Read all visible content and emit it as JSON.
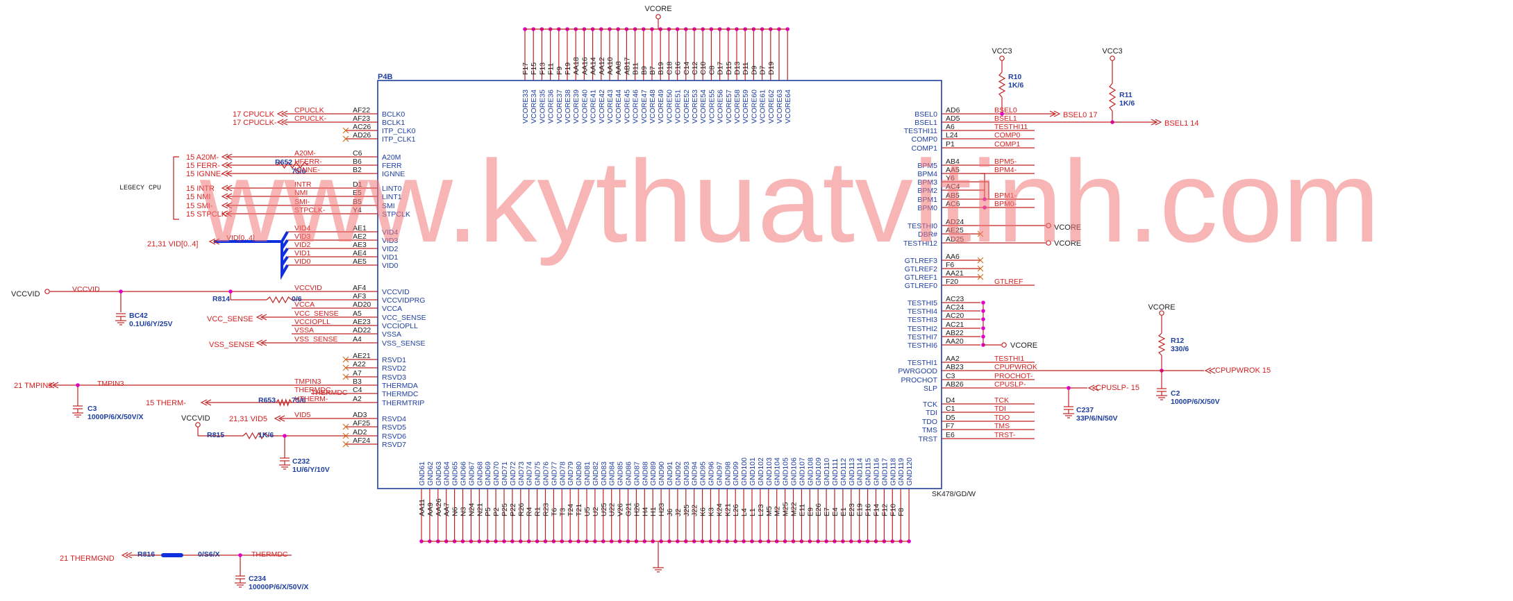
{
  "chip": {
    "ref": "P4B",
    "part": "SK478/GD/W",
    "left_pins": [
      {
        "pin": "BCLK0",
        "ball": "AF22",
        "net": "CPUCLK",
        "label": "17  CPUCLK"
      },
      {
        "pin": "BCLK1",
        "ball": "AF23",
        "net": "CPUCLK-",
        "label": "17  CPUCLK-"
      },
      {
        "pin": "ITP_CLK0",
        "ball": "AC26",
        "net": "",
        "label": ""
      },
      {
        "pin": "ITP_CLK1",
        "ball": "AD26",
        "net": "",
        "label": ""
      },
      {
        "pin": "A20M",
        "ball": "C6",
        "net": "A20M-",
        "label": "15  A20M-"
      },
      {
        "pin": "FERR",
        "ball": "B6",
        "net": "HFERR-",
        "label": "15  FERR-"
      },
      {
        "pin": "IGNNE",
        "ball": "B2",
        "net": "IGNNE-",
        "label": "15  IGNNE-"
      },
      {
        "pin": "LINT0",
        "ball": "D1",
        "net": "INTR",
        "label": "15  INTR"
      },
      {
        "pin": "LINT1",
        "ball": "E5",
        "net": "NMI",
        "label": "15  NMI"
      },
      {
        "pin": "SMI",
        "ball": "B5",
        "net": "SMI-",
        "label": "15  SMI-"
      },
      {
        "pin": "STPCLK",
        "ball": "Y4",
        "net": "STPCLK-",
        "label": "15  STPCLK-"
      },
      {
        "pin": "VID4",
        "ball": "AE1",
        "net": "VID4",
        "label": ""
      },
      {
        "pin": "VID3",
        "ball": "AE2",
        "net": "VID3",
        "label": ""
      },
      {
        "pin": "VID2",
        "ball": "AE3",
        "net": "VID2",
        "label": ""
      },
      {
        "pin": "VID1",
        "ball": "AE4",
        "net": "VID1",
        "label": ""
      },
      {
        "pin": "VID0",
        "ball": "AE5",
        "net": "VID0",
        "label": ""
      },
      {
        "pin": "VCCVID",
        "ball": "AF4",
        "net": "VCCVID",
        "label": "VCCVID"
      },
      {
        "pin": "VCCVIDPRG",
        "ball": "AF3",
        "net": "",
        "label": ""
      },
      {
        "pin": "VCCA",
        "ball": "AD20",
        "net": "VCCA",
        "label": ""
      },
      {
        "pin": "VCC_SENSE",
        "ball": "A5",
        "net": "VCC_SENSE",
        "label": "VCC_SENSE"
      },
      {
        "pin": "VCCIOPLL",
        "ball": "AE23",
        "net": "VCCIOPLL",
        "label": ""
      },
      {
        "pin": "VSSA",
        "ball": "AD22",
        "net": "VSSA",
        "label": ""
      },
      {
        "pin": "VSS_SENSE",
        "ball": "A4",
        "net": "VSS_SENSE",
        "label": "VSS_SENSE"
      },
      {
        "pin": "RSVD1",
        "ball": "AE21",
        "net": "",
        "label": ""
      },
      {
        "pin": "RSVD2",
        "ball": "A22",
        "net": "",
        "label": ""
      },
      {
        "pin": "RSVD3",
        "ball": "A7",
        "net": "",
        "label": ""
      },
      {
        "pin": "THERMDA",
        "ball": "B3",
        "net": "TMPIN3",
        "label": "21  TMPIN3"
      },
      {
        "pin": "THERMDC",
        "ball": "C4",
        "net": "THERMDC",
        "label": ""
      },
      {
        "pin": "THERMTRIP",
        "ball": "A2",
        "net": "HTHERM-",
        "label": "15  THERM-"
      },
      {
        "pin": "RSVD4",
        "ball": "AD3",
        "net": "VID5",
        "label": "21,31  VID5"
      },
      {
        "pin": "RSVD5",
        "ball": "AF25",
        "net": "",
        "label": ""
      },
      {
        "pin": "RSVD6",
        "ball": "AD2",
        "net": "",
        "label": ""
      },
      {
        "pin": "RSVD7",
        "ball": "AF24",
        "net": "",
        "label": ""
      }
    ],
    "right_pins": [
      {
        "pin": "BSEL0",
        "ball": "AD6",
        "net": "BSEL0"
      },
      {
        "pin": "BSEL1",
        "ball": "AD5",
        "net": "BSEL1"
      },
      {
        "pin": "TESTHI11",
        "ball": "A6",
        "net": "TESTHI11"
      },
      {
        "pin": "COMP0",
        "ball": "L24",
        "net": "COMP0"
      },
      {
        "pin": "COMP1",
        "ball": "P1",
        "net": "COMP1"
      },
      {
        "pin": "BPM5",
        "ball": "AB4",
        "net": "BPM5-"
      },
      {
        "pin": "BPM4",
        "ball": "AA5",
        "net": "BPM4-"
      },
      {
        "pin": "BPM3",
        "ball": "Y6",
        "net": ""
      },
      {
        "pin": "BPM2",
        "ball": "AC4",
        "net": ""
      },
      {
        "pin": "BPM1",
        "ball": "AB5",
        "net": "BPM1-"
      },
      {
        "pin": "BPM0",
        "ball": "AC6",
        "net": "BPM0-"
      },
      {
        "pin": "TESTHI0",
        "ball": "AD24",
        "net": "VCORE"
      },
      {
        "pin": "DBR#",
        "ball": "AE25",
        "net": ""
      },
      {
        "pin": "TESTHI12",
        "ball": "AD25",
        "net": "VCORE"
      },
      {
        "pin": "GTLREF3",
        "ball": "AA6",
        "net": ""
      },
      {
        "pin": "GTLREF2",
        "ball": "F6",
        "net": ""
      },
      {
        "pin": "GTLREF1",
        "ball": "AA21",
        "net": ""
      },
      {
        "pin": "GTLREF0",
        "ball": "F20",
        "net": "GTLREF"
      },
      {
        "pin": "TESTHI5",
        "ball": "AC23",
        "net": ""
      },
      {
        "pin": "TESTHI4",
        "ball": "AC24",
        "net": ""
      },
      {
        "pin": "TESTHI3",
        "ball": "AC20",
        "net": ""
      },
      {
        "pin": "TESTHI2",
        "ball": "AC21",
        "net": ""
      },
      {
        "pin": "TESTHI7",
        "ball": "AB22",
        "net": ""
      },
      {
        "pin": "TESTHI6",
        "ball": "AA20",
        "net": "VCORE"
      },
      {
        "pin": "TESTHI1",
        "ball": "AA2",
        "net": "TESTHI1"
      },
      {
        "pin": "PWRGOOD",
        "ball": "AB23",
        "net": "CPUPWROK"
      },
      {
        "pin": "PROCHOT",
        "ball": "C3",
        "net": "PROCHOT-"
      },
      {
        "pin": "SLP",
        "ball": "AB26",
        "net": "CPUSLP-"
      },
      {
        "pin": "TCK",
        "ball": "D4",
        "net": "TCK"
      },
      {
        "pin": "TDI",
        "ball": "C1",
        "net": "TDI"
      },
      {
        "pin": "TDO",
        "ball": "D5",
        "net": "TDO"
      },
      {
        "pin": "TMS",
        "ball": "F7",
        "net": "TMS"
      },
      {
        "pin": "TRST",
        "ball": "E6",
        "net": "TRST-"
      }
    ],
    "top_pins": [
      {
        "pin": "VCORE33",
        "ball": "F17"
      },
      {
        "pin": "VCORE34",
        "ball": "F15"
      },
      {
        "pin": "VCORE35",
        "ball": "F13"
      },
      {
        "pin": "VCORE36",
        "ball": "F11"
      },
      {
        "pin": "VCORE37",
        "ball": "F9"
      },
      {
        "pin": "VCORE38",
        "ball": "F19"
      },
      {
        "pin": "VCORE39",
        "ball": "AA18"
      },
      {
        "pin": "VCORE40",
        "ball": "AA16"
      },
      {
        "pin": "VCORE41",
        "ball": "AA14"
      },
      {
        "pin": "VCORE42",
        "ball": "AA12"
      },
      {
        "pin": "VCORE43",
        "ball": "AA10"
      },
      {
        "pin": "VCORE44",
        "ball": "AA8"
      },
      {
        "pin": "VCORE45",
        "ball": "AB17"
      },
      {
        "pin": "VCORE46",
        "ball": "B11"
      },
      {
        "pin": "VCORE47",
        "ball": "B9"
      },
      {
        "pin": "VCORE48",
        "ball": "B7"
      },
      {
        "pin": "VCORE49",
        "ball": "B19"
      },
      {
        "pin": "VCORE50",
        "ball": "C18"
      },
      {
        "pin": "VCORE51",
        "ball": "C16"
      },
      {
        "pin": "VCORE52",
        "ball": "C14"
      },
      {
        "pin": "VCORE53",
        "ball": "C12"
      },
      {
        "pin": "VCORE54",
        "ball": "C10"
      },
      {
        "pin": "VCORE55",
        "ball": "C8"
      },
      {
        "pin": "VCORE56",
        "ball": "D17"
      },
      {
        "pin": "VCORE57",
        "ball": "D15"
      },
      {
        "pin": "VCORE58",
        "ball": "D13"
      },
      {
        "pin": "VCORE59",
        "ball": "D11"
      },
      {
        "pin": "VCORE60",
        "ball": "D9"
      },
      {
        "pin": "VCORE61",
        "ball": "D7"
      },
      {
        "pin": "VCORE62",
        "ball": "D19"
      },
      {
        "pin": "VCORE63",
        "ball": ""
      },
      {
        "pin": "VCORE64",
        "ball": ""
      }
    ],
    "bottom_pins": [
      {
        "pin": "GND61",
        "ball": "AA11"
      },
      {
        "pin": "GND62",
        "ball": "AA9"
      },
      {
        "pin": "GND63",
        "ball": "AA26"
      },
      {
        "pin": "GND64",
        "ball": "AA7"
      },
      {
        "pin": "GND65",
        "ball": "N6"
      },
      {
        "pin": "GND66",
        "ball": "N3"
      },
      {
        "pin": "GND67",
        "ball": "N24"
      },
      {
        "pin": "GND68",
        "ball": "N21"
      },
      {
        "pin": "GND69",
        "ball": "P5"
      },
      {
        "pin": "GND70",
        "ball": "P2"
      },
      {
        "pin": "GND71",
        "ball": "P25"
      },
      {
        "pin": "GND72",
        "ball": "P22"
      },
      {
        "pin": "GND73",
        "ball": "R26"
      },
      {
        "pin": "GND74",
        "ball": "R4"
      },
      {
        "pin": "GND75",
        "ball": "R1"
      },
      {
        "pin": "GND76",
        "ball": "R23"
      },
      {
        "pin": "GND77",
        "ball": "T6"
      },
      {
        "pin": "GND78",
        "ball": "T3"
      },
      {
        "pin": "GND79",
        "ball": "T24"
      },
      {
        "pin": "GND80",
        "ball": "T21"
      },
      {
        "pin": "GND81",
        "ball": "U5"
      },
      {
        "pin": "GND82",
        "ball": "U2"
      },
      {
        "pin": "GND83",
        "ball": "U25"
      },
      {
        "pin": "GND84",
        "ball": "U22"
      },
      {
        "pin": "GND85",
        "ball": "V26"
      },
      {
        "pin": "GND86",
        "ball": "G21"
      },
      {
        "pin": "GND87",
        "ball": "H26"
      },
      {
        "pin": "GND88",
        "ball": "H4"
      },
      {
        "pin": "GND89",
        "ball": "H1"
      },
      {
        "pin": "GND90",
        "ball": "H23"
      },
      {
        "pin": "GND91",
        "ball": "J6"
      },
      {
        "pin": "GND92",
        "ball": "J2"
      },
      {
        "pin": "GND93",
        "ball": "J25"
      },
      {
        "pin": "GND94",
        "ball": "J22"
      },
      {
        "pin": "GND95",
        "ball": "K6"
      },
      {
        "pin": "GND96",
        "ball": "K3"
      },
      {
        "pin": "GND97",
        "ball": "K24"
      },
      {
        "pin": "GND98",
        "ball": "K21"
      },
      {
        "pin": "GND99",
        "ball": "L26"
      },
      {
        "pin": "GND100",
        "ball": "L4"
      },
      {
        "pin": "GND101",
        "ball": "L1"
      },
      {
        "pin": "GND102",
        "ball": "L23"
      },
      {
        "pin": "GND103",
        "ball": "M5"
      },
      {
        "pin": "GND104",
        "ball": "M2"
      },
      {
        "pin": "GND105",
        "ball": "M25"
      },
      {
        "pin": "GND106",
        "ball": "M22"
      },
      {
        "pin": "GND107",
        "ball": "E11"
      },
      {
        "pin": "GND108",
        "ball": "E9"
      },
      {
        "pin": "GND109",
        "ball": "E26"
      },
      {
        "pin": "GND110",
        "ball": "E7"
      },
      {
        "pin": "GND111",
        "ball": "E4"
      },
      {
        "pin": "GND112",
        "ball": "E1"
      },
      {
        "pin": "GND113",
        "ball": "E23"
      },
      {
        "pin": "GND114",
        "ball": "E19"
      },
      {
        "pin": "GND115",
        "ball": "F16"
      },
      {
        "pin": "GND116",
        "ball": "F14"
      },
      {
        "pin": "GND117",
        "ball": "F12"
      },
      {
        "pin": "GND118",
        "ball": "F10"
      },
      {
        "pin": "GND119",
        "ball": "F8"
      },
      {
        "pin": "GND120",
        "ball": ""
      }
    ]
  },
  "labels": {
    "vcore_top": "VCORE",
    "vcc3_a": "VCC3",
    "vcc3_b": "VCC3",
    "vcore_r12": "VCORE",
    "vccvid_left": "VCCVID",
    "vccvid_r815": "VCCVID",
    "legacy": "LEGECY CPU",
    "vid_bus": "VID[0..4]",
    "vid_bus_port": "21,31  VID[0..4]",
    "bsel0_port": "BSEL0  17",
    "bsel1_port": "BSEL1  14",
    "testhi0_pwr": "VCORE",
    "testhi12_pwr": "VCORE",
    "testhi6_pwr": "VCORE",
    "cpupwrok_port": "CPUPWROK  15",
    "cpuslp_port": "CPUSLP-  15",
    "thermgnd_port": "21  THERMGND",
    "thermdc_net": "THERMDC",
    "vcc_sense_port": "VCC_SENSE",
    "vss_sense_port": "VSS_SENSE",
    "tmpin_net": "TMPIN3",
    "vccvid_net": "VCCVID"
  },
  "components": {
    "R10": {
      "ref": "R10",
      "value": "1K/6"
    },
    "R11": {
      "ref": "R11",
      "value": "1K/6"
    },
    "R12": {
      "ref": "R12",
      "value": "330/6"
    },
    "R652": {
      "ref": "R652",
      "value": "75/6"
    },
    "R653": {
      "ref": "R653",
      "value": "75/6"
    },
    "R814": {
      "ref": "R814",
      "value": "0/6"
    },
    "R815": {
      "ref": "R815",
      "value": "1K/6"
    },
    "R816": {
      "ref": "R816",
      "value": "0/S6/X"
    },
    "BC42": {
      "ref": "BC42",
      "value": "0.1U/6/Y/25V"
    },
    "C3": {
      "ref": "C3",
      "value": "1000P/6/X/50V/X"
    },
    "C232": {
      "ref": "C232",
      "value": "1U/6/Y/10V"
    },
    "C234": {
      "ref": "C234",
      "value": "10000P/6/X/50V/X"
    },
    "C237": {
      "ref": "C237",
      "value": "33P/6/N/50V"
    },
    "C2": {
      "ref": "C2",
      "value": "1000P/6/X/50V"
    }
  },
  "watermark": "www.kythuatvitinh.com",
  "colors": {
    "wire": "#c02020",
    "pin_text": "#1f3fa0",
    "junction": "#e000c8",
    "body": "#1f3fa0",
    "watermark": "#f07878"
  }
}
